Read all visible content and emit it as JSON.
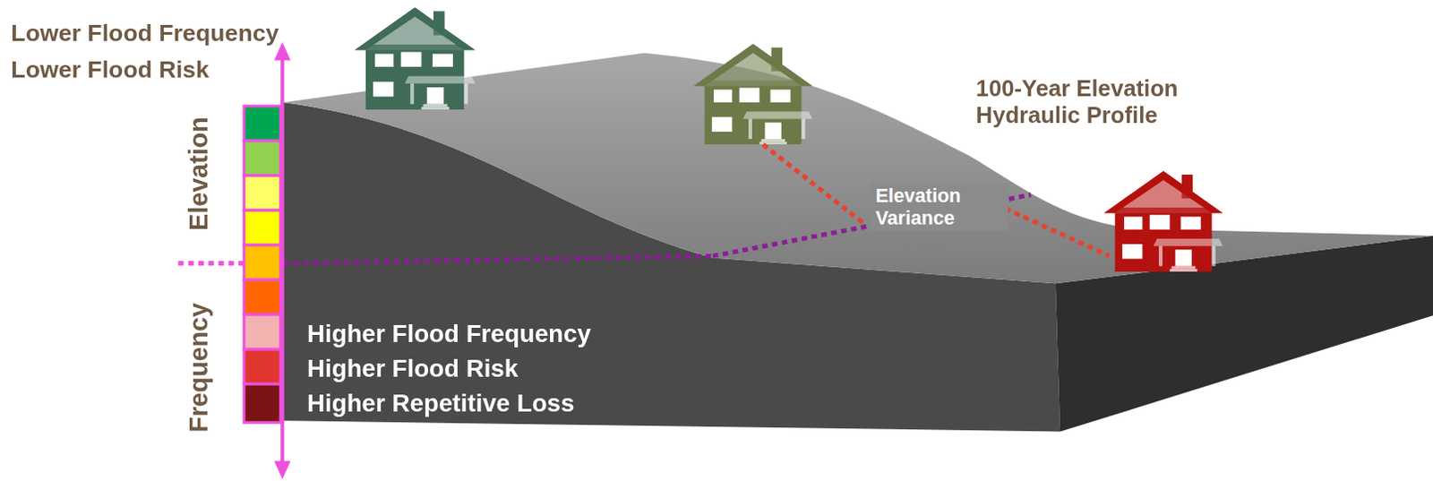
{
  "diagram": {
    "labels": [
      "Lower Flood Frequency",
      "Lower Flood Risk",
      "Elevation",
      "Frequency",
      "Higher Flood Frequency",
      "Higher Flood Risk",
      "Higher Repetitive Loss",
      "100-Year Elevation Hydraulic Profile",
      "Elevation Variance"
    ]
  }
}
